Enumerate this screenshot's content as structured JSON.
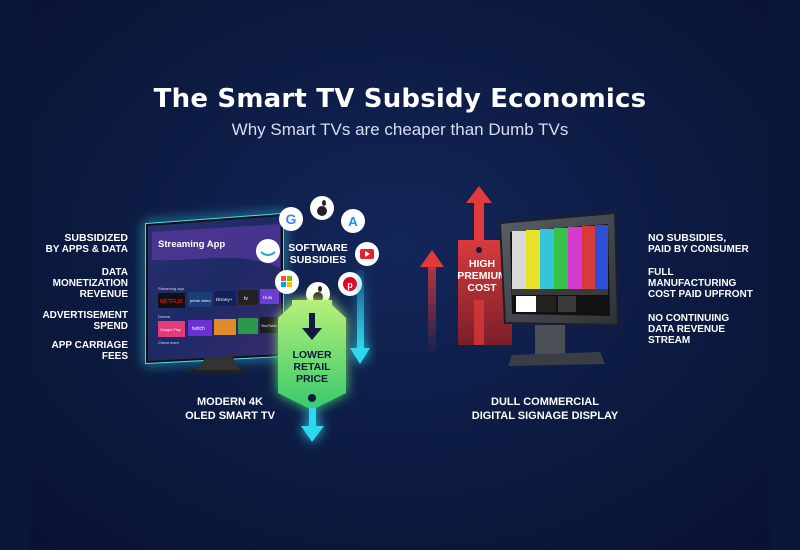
{
  "header": {
    "title": "The Smart TV Subsidy Economics",
    "subtitle": "Why Smart TVs are cheaper than Dumb TVs"
  },
  "left_labels": [
    {
      "line1": "SUBSIDIZED",
      "line2": "BY APPS & DATA"
    },
    {
      "line1": "DATA",
      "line2": "MONETIZATION",
      "line3": "REVENUE"
    },
    {
      "line1": "ADVERTISEMENT",
      "line2": "SPEND"
    },
    {
      "line1": "APP CARRIAGE",
      "line2": "FEES"
    }
  ],
  "smart_tv": {
    "screen_title": "Streaming App",
    "row1_label": "Streaming app",
    "row2_label": "Drama",
    "row3_label": "Cheat more",
    "tiles": [
      "NETFLIX",
      "prime video",
      "Disney+",
      "tv",
      "Hulu",
      "Google Play",
      "twitch",
      "",
      "",
      "YouTube"
    ],
    "caption_line1": "MODERN 4K",
    "caption_line2": "OLED SMART TV"
  },
  "software_subsidies": {
    "line1": "SOFTWARE",
    "line2": "SUBSIDIES"
  },
  "lower_price": {
    "line1": "LOWER",
    "line2": "RETAIL",
    "line3": "PRICE"
  },
  "premium_cost": {
    "line1": "HIGH",
    "line2": "PREMIUM",
    "line3": "COST"
  },
  "dumb_display": {
    "caption_line1": "DULL COMMERCIAL",
    "caption_line2": "DIGITAL SIGNAGE DISPLAY"
  },
  "right_labels": [
    {
      "line1": "NO SUBSIDIES,",
      "line2": "PAID BY CONSUMER"
    },
    {
      "line1": "FULL",
      "line2": "MANUFACTURING",
      "line3": "COST PAID UPFRONT"
    },
    {
      "line1": "NO CONTINUING",
      "line2": "DATA REVENUE",
      "line3": "STREAM"
    }
  ],
  "icons": [
    "google-icon",
    "apple-icon",
    "app-store-icon",
    "amazon-icon",
    "youtube-icon",
    "microsoft-icon",
    "apple-icon",
    "pinterest-icon"
  ],
  "colors": {
    "cyan": "#2fd8f0",
    "green": "#3fe27a",
    "red": "#e23a3a",
    "bars": [
      "#d9d9d9",
      "#e8e22a",
      "#34c6d6",
      "#37c24a",
      "#d63ad0",
      "#d83a3a",
      "#2f4fd6"
    ]
  }
}
